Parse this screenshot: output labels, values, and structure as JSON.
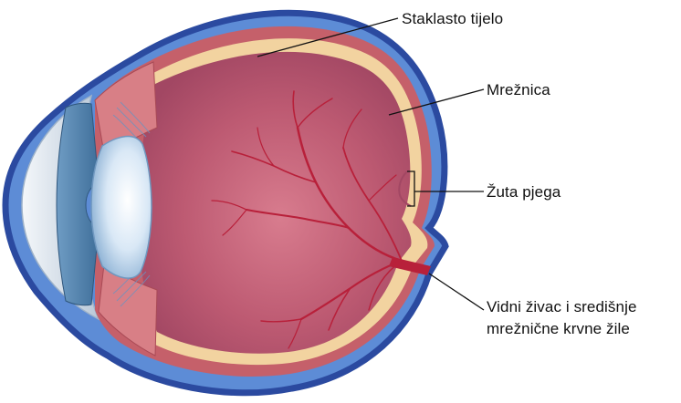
{
  "labels": {
    "vitreous_body": "Staklasto tijelo",
    "retina": "Mrežnica",
    "macula": "Žuta pjega",
    "optic_nerve_line1": "Vidni živac i središnje",
    "optic_nerve_line2": "mrežnične krvne žile"
  },
  "colors": {
    "sclera_outline": "#2b4aa0",
    "sclera_fill": "#5d8cd6",
    "retina_layer": "#f2d3a0",
    "choroid_layer": "#c5606a",
    "vitreous_body": "#b85470",
    "blood_vessels": "#b8203a",
    "lens": "#c9def2",
    "cornea": "#e3eaf2"
  }
}
